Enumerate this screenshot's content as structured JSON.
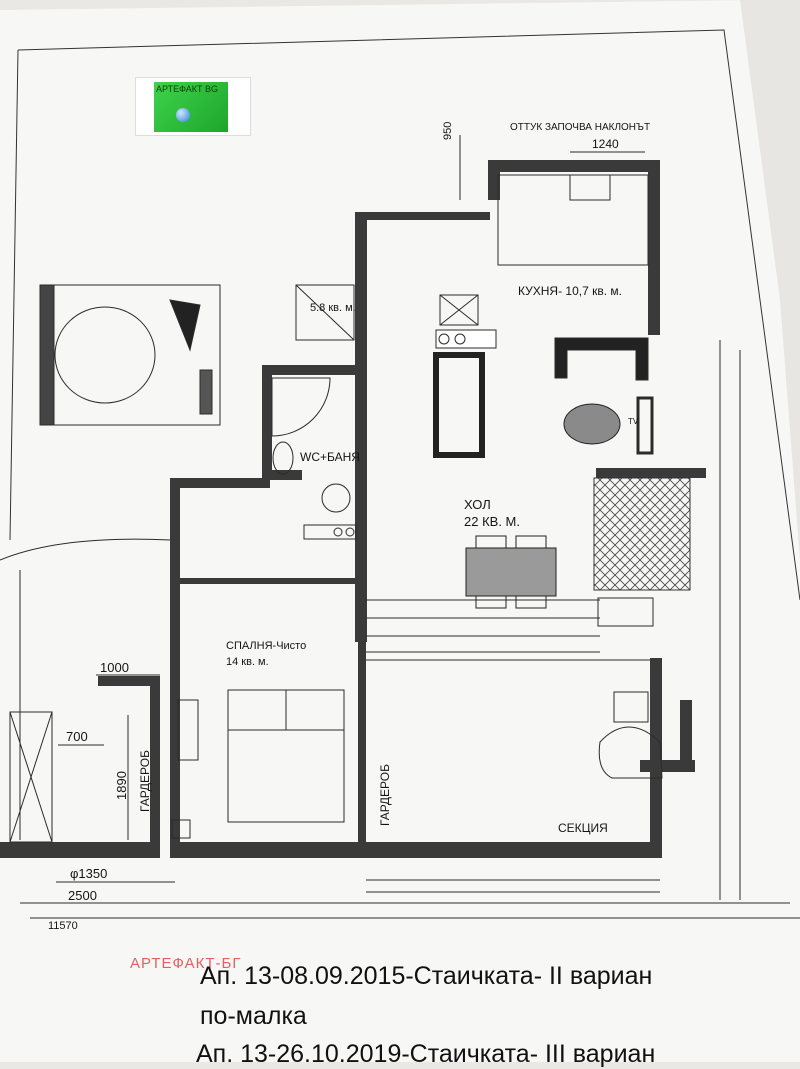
{
  "logo": {
    "text": "АРТЕФАКТ BG"
  },
  "watermark": "АРТЕФАКТ-БГ",
  "notes": {
    "slope": "ОТТУК ЗАПОЧВА НАКЛОНЪТ"
  },
  "rooms": {
    "kitchen": "КУХНЯ- 10,7 кв. м.",
    "small_room": "5.8 кв. м.",
    "wc": "WC+БАНЯ",
    "hall_name": "ХОЛ",
    "hall_area": "22 КВ. М.",
    "bedroom_name": "СПАЛНЯ-Чисто",
    "bedroom_area": "14 кв. м.",
    "wardrobe_left": "ГАРДЕРОБ",
    "wardrobe_mid": "ГАРДЕРОБ",
    "section": "СЕКЦИЯ",
    "tv": "TV"
  },
  "dimensions": {
    "d950": "950",
    "d1240": "1240",
    "d1000": "1000",
    "d700": "700",
    "d1890": "1890",
    "d_phi1350": "φ1350",
    "d2500": "2500",
    "d11570": "11570"
  },
  "title": {
    "line1": "Ап. 13-08.09.2015-Стаичката- II вариан",
    "line2": "по-малка",
    "line3": "Ап. 13-26.10.2019-Стаичката- III вариан"
  }
}
